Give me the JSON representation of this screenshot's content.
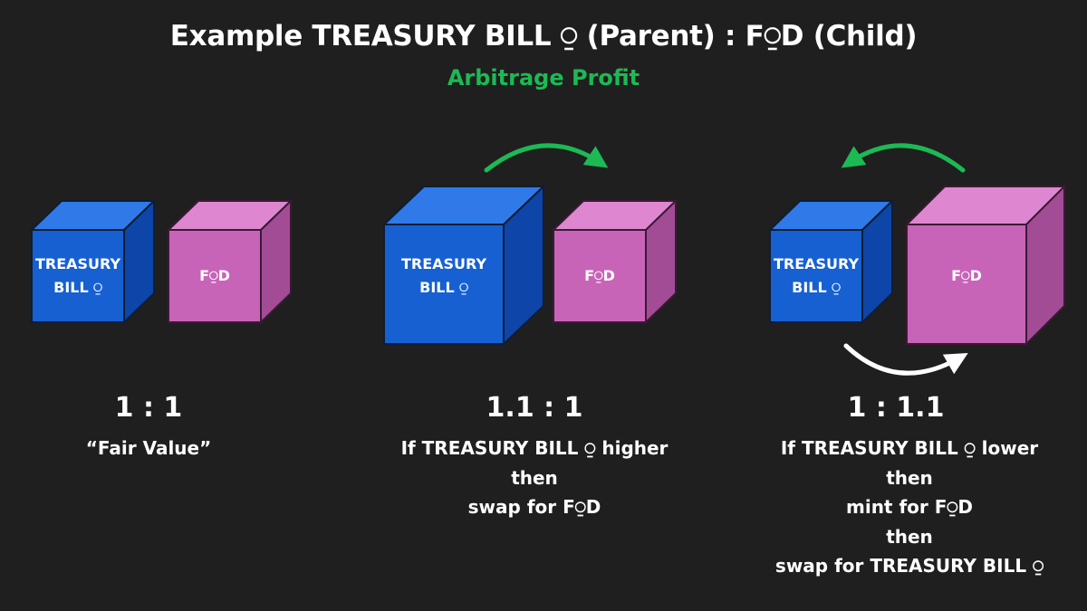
{
  "header": {
    "title": "Example TREASURY BILL ⍜ (Parent) : F⍜D (Child)",
    "subtitle": "Arbitrage Profit"
  },
  "colors": {
    "background": "#1f1f1f",
    "parent_cube": "#1660d2",
    "child_cube": "#c864b8",
    "arrow_green": "#1db954",
    "arrow_white": "#ffffff"
  },
  "panels": [
    {
      "parent_label_line1": "TREASURY",
      "parent_label_line2": "BILL ⍜",
      "child_label": "F⍜D",
      "ratio": "1 : 1",
      "caption": [
        "“Fair Value”"
      ]
    },
    {
      "parent_label_line1": "TREASURY",
      "parent_label_line2": "BILL ⍜",
      "child_label": "F⍜D",
      "ratio": "1.1 : 1",
      "caption": [
        "If TREASURY BILL ⍜ higher",
        "then",
        "swap for F⍜D"
      ],
      "arrow": "green-right-icon"
    },
    {
      "parent_label_line1": "TREASURY",
      "parent_label_line2": "BILL ⍜",
      "child_label": "F⍜D",
      "ratio": "1 : 1.1",
      "caption": [
        "If TREASURY BILL ⍜ lower",
        "then",
        "mint for F⍜D",
        "then",
        "swap for TREASURY BILL ⍜"
      ],
      "arrows": [
        "green-left-icon",
        "white-right-icon"
      ]
    }
  ]
}
